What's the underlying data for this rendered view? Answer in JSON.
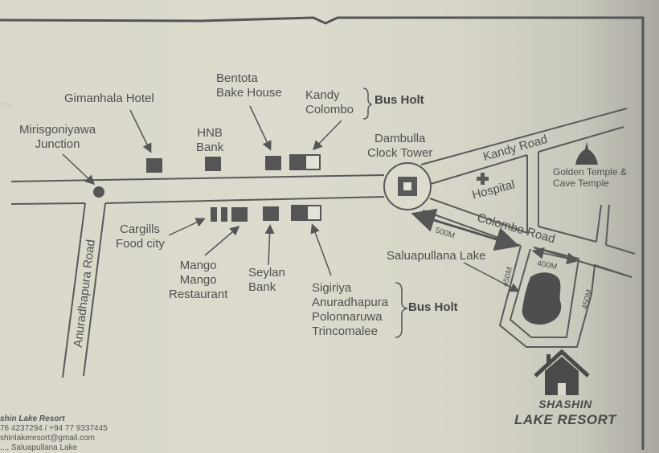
{
  "map": {
    "title": "Shashin Lake Resort location map",
    "landmarks": {
      "mirisgoniyawa": [
        "Mirisgoniyawa",
        "Junction"
      ],
      "gimanhala": "Gimanhala Hotel",
      "hnb": [
        "HNB",
        "Bank"
      ],
      "bentota": [
        "Bentota",
        "Bake House"
      ],
      "bus_top": [
        "Kandy",
        "Colombo"
      ],
      "bus_top_label": "Bus Holt",
      "clock_tower": [
        "Dambulla",
        "Clock Tower"
      ],
      "hospital": "Hospital",
      "temple": [
        "Golden Temple &",
        "Cave Temple"
      ],
      "cargills": [
        "Cargills",
        "Food city"
      ],
      "mango": [
        "Mango",
        "Mango",
        "Restaurant"
      ],
      "seylan": [
        "Seylan",
        "Bank"
      ],
      "bus_bottom": [
        "Sigiriya",
        "Anuradhapura",
        "Polonnaruwa",
        "Trincomalee"
      ],
      "bus_bottom_label": "Bus Holt",
      "lake": "Saluapullana Lake"
    },
    "roads": {
      "kandy": "Kandy Road",
      "colombo": "Colombo Road",
      "anuradhapura": "Anuradhapura Road"
    },
    "distances": {
      "to_lake": "500M",
      "lake_west": "450M",
      "lake_top": "400M",
      "lake_east": "450M"
    }
  },
  "brand": {
    "line1": "SHASHIN",
    "line2": "LAKE RESORT"
  },
  "footer": {
    "name": "shin Lake Resort",
    "phone": "76 4237294 / +94 77 9337445",
    "email": "shinlakeresort@gmail.com",
    "address": "..., Saluapullana Lake"
  }
}
